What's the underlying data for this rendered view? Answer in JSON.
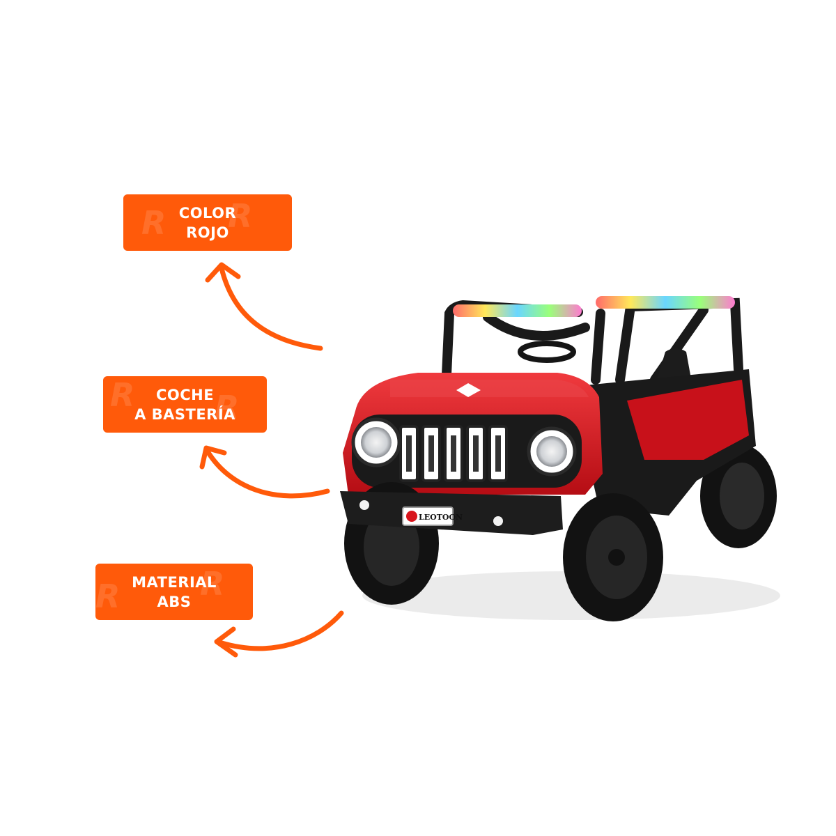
{
  "colors": {
    "badge_bg": "#ff5a0a",
    "arrow": "#ff5a0a",
    "body_red": "#d8141c",
    "body_dark": "#141414"
  },
  "labels": [
    {
      "line1": "COLOR",
      "line2": "ROJO"
    },
    {
      "line1": "COCHE",
      "line2": "A BASTERÍA"
    },
    {
      "line1": "MATERIAL",
      "line2": "ABS"
    }
  ],
  "car": {
    "plate_text": "LEOTOON",
    "logo_icon": "shield-logo-icon"
  }
}
